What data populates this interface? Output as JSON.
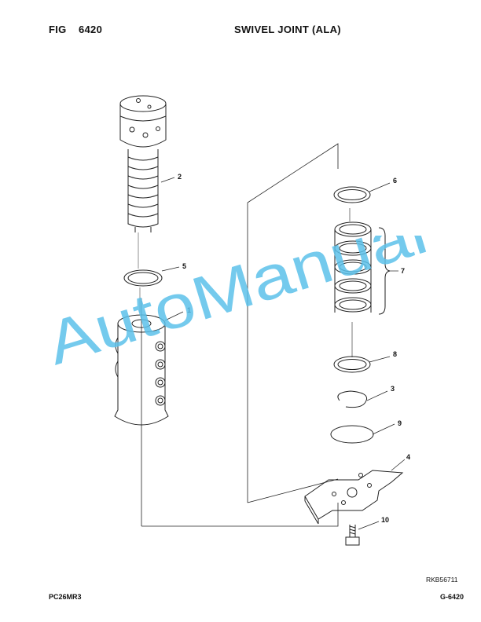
{
  "header": {
    "fig_label": "FIG",
    "fig_number": "6420",
    "title": "SWIVEL JOINT (ALA)"
  },
  "callouts": [
    "1",
    "2",
    "3",
    "4",
    "5",
    "6",
    "7",
    "8",
    "9",
    "10"
  ],
  "drawing_code": "RKB56711",
  "footer": {
    "model": "PC26MR3",
    "page_ref": "G-6420"
  },
  "watermark": "AutoManual",
  "colors": {
    "watermark": "#5cc1ea",
    "ink": "#111111"
  }
}
